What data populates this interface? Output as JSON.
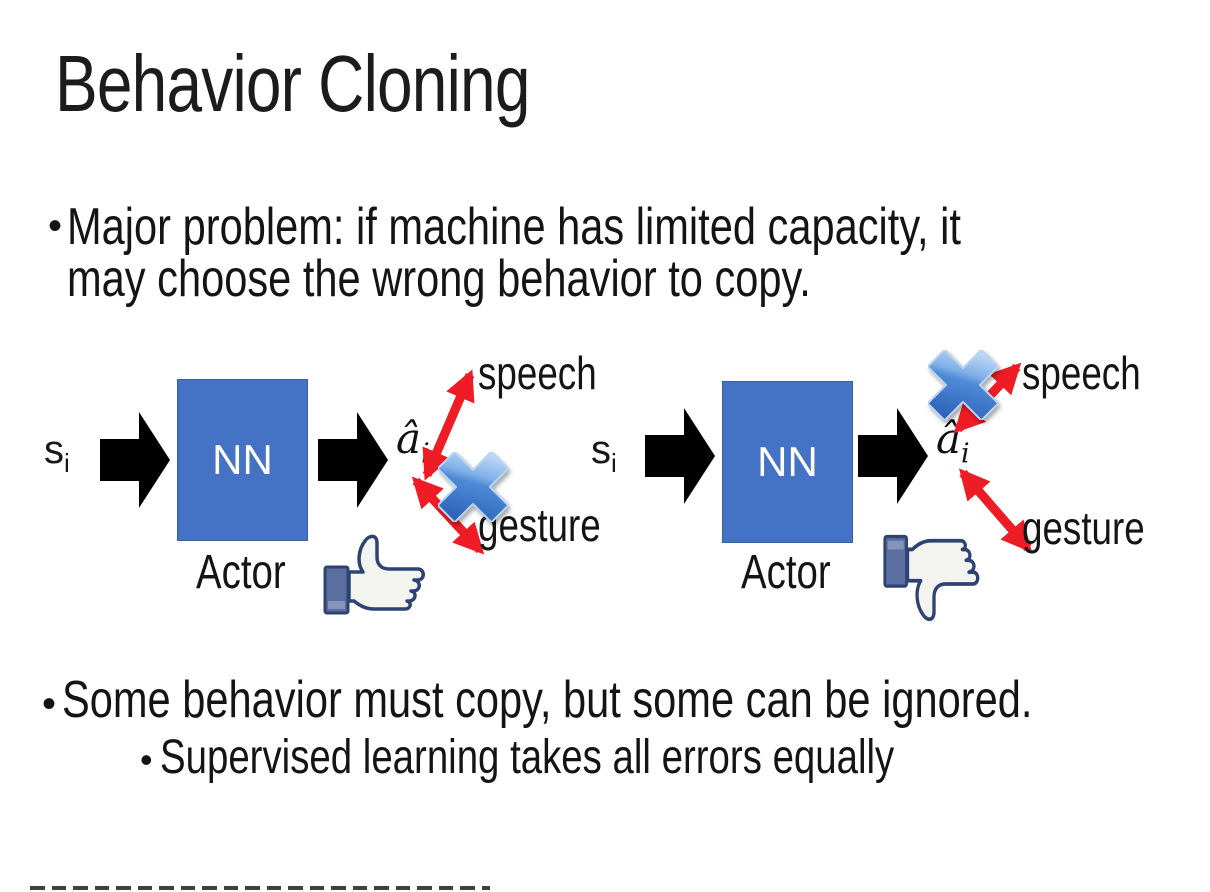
{
  "title": "Behavior Cloning",
  "bullets": {
    "marker": "•",
    "b1_line1": "Major problem: if machine has limited capacity, it",
    "b1_line2": "may choose the wrong behavior to copy.",
    "b2": "Some behavior must copy, but some can be ignored.",
    "b3": "Supervised learning takes all errors equally"
  },
  "diagram": {
    "input_base": "s",
    "input_sub": "i",
    "nn_label": "NN",
    "actor_label": "Actor",
    "output_base": "â",
    "output_sub": "i",
    "speech_label": "speech",
    "gesture_label": "gesture",
    "left": {
      "feedback_icon": "thumbs-up",
      "crossed_out": "gesture"
    },
    "right": {
      "feedback_icon": "thumbs-down",
      "crossed_out": "speech"
    }
  },
  "colors": {
    "background": "#ffffff",
    "text": "#171717",
    "nn_box_fill": "#4472c4",
    "nn_box_border": "#39619f",
    "nn_text": "#ffffff",
    "flow_arrow": "#000000",
    "relation_arrow_red": "#ee1c25",
    "cross_icon_blue": "#4a86d8",
    "thumb_outline_blue": "#2e4372",
    "thumb_cuff_blue": "#5b6ea0",
    "thumb_hand_fill": "#f3f3ef"
  }
}
